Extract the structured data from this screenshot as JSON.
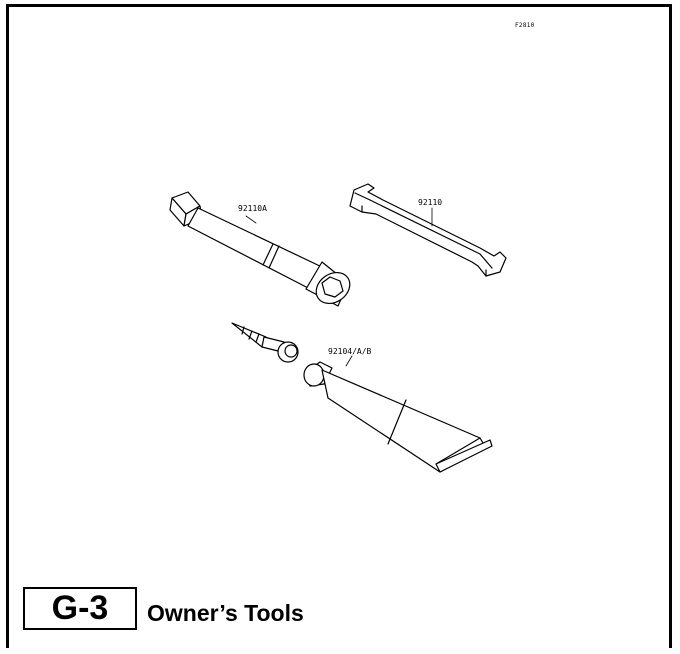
{
  "figure": {
    "code": "F2810"
  },
  "parts": {
    "box_wrench": {
      "number": "92110A",
      "icon": "box-wrench-icon"
    },
    "open_wrench": {
      "number": "92110",
      "icon": "double-open-wrench-icon"
    },
    "grease_tube": {
      "number": "92104/A/B",
      "icon": "grease-tube-icon"
    }
  },
  "section": {
    "code": "G-3",
    "title": "Owner’s Tools"
  },
  "colors": {
    "line": "#000000",
    "background": "#ffffff"
  }
}
